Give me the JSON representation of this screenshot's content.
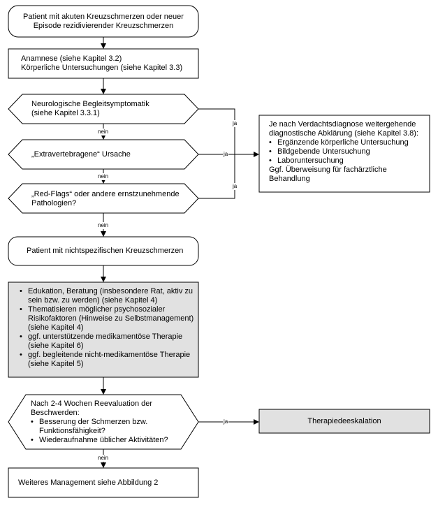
{
  "start": {
    "line1": "Patient mit akuten Kreuzschmerzen oder neuer",
    "line2": "Episode rezidivierender Kreuzschmerzen"
  },
  "anamnese": {
    "line1": "Anamnese (siehe Kapitel 3.2)",
    "line2": "Körperliche Untersuchungen (siehe Kapitel 3.3)"
  },
  "decision_neuro": {
    "line1": "Neurologische Begleitsymptomatik",
    "line2": "(siehe Kapitel 3.3.1)"
  },
  "decision_extra": {
    "line1": "„Extravertebragene“ Ursache"
  },
  "decision_redflags": {
    "line1": "„Red-Flags“ oder andere ernstzunehmende",
    "line2": "Pathologien?"
  },
  "diagnostics_box": {
    "line1": "Je nach Verdachtsdiagnose weitergehende",
    "line2": "diagnostische Abklärung (siehe Kapitel 3.8):",
    "bullets": [
      "Ergänzende körperliche Untersuchung",
      "Bildgebende Untersuchung",
      "Laboruntersuchung"
    ],
    "line3": "Ggf. Überweisung für fachärztliche",
    "line4": "Behandlung"
  },
  "nonspecific": {
    "line1": "Patient mit nichtspezifischen Kreuzschmerzen"
  },
  "management": {
    "bullets": [
      "Edukation, Beratung (insbesondere Rat, aktiv zu",
      "sein bzw. zu werden) (siehe Kapitel 4)",
      "Thematisieren möglicher psychosozialer",
      "Risikofaktoren (Hinweise zu Selbstmanagement)",
      "(siehe Kapitel 4)",
      "ggf. unterstützende medikamentöse Therapie",
      "(siehe Kapitel 6)",
      "ggf. begleitende nicht-medikamentöse Therapie",
      "(siehe Kapitel 5)"
    ]
  },
  "reevaluation": {
    "line1": "Nach 2-4 Wochen Reevaluation der",
    "line2": "Beschwerden:",
    "bullet1_line1": "Besserung der Schmerzen bzw.",
    "bullet1_line2": "Funktionsfähigkeit?",
    "bullet2": "Wiederaufnahme üblicher Aktivitäten?"
  },
  "deescalation": {
    "label": "Therapiedeeskalation"
  },
  "final": {
    "label": "Weiteres Management siehe Abbildung 2"
  },
  "labels": {
    "nein": "nein",
    "ja": "ja"
  },
  "colors": {
    "stroke": "#000000",
    "fill_white": "#ffffff",
    "fill_gray": "#e1e1e1"
  }
}
